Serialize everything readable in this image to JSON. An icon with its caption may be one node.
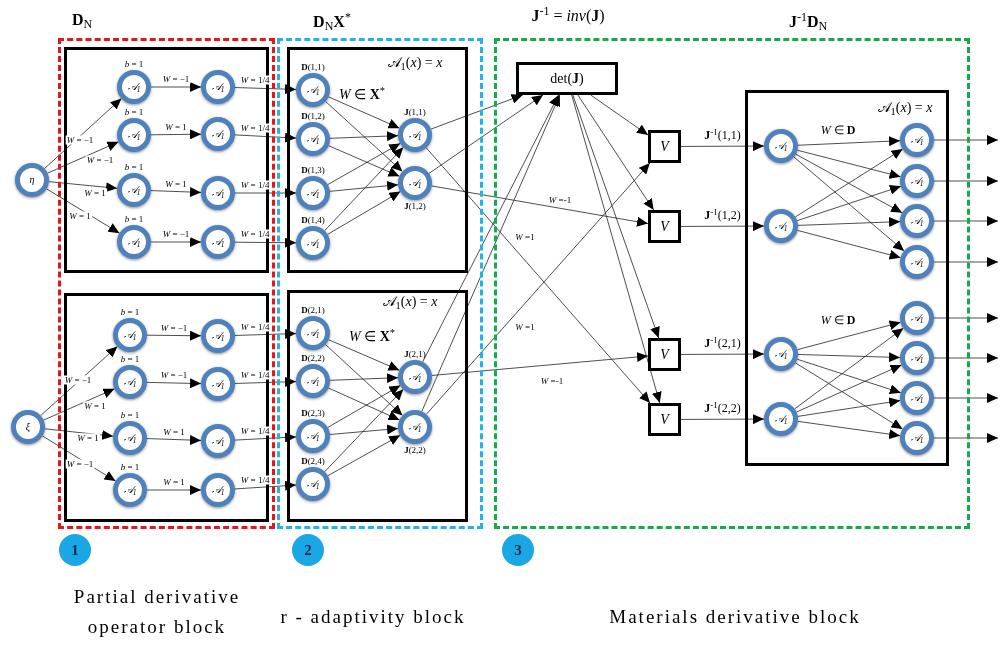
{
  "diagram": {
    "nodes": [
      {
        "text": [
          "**D**$_{N}$"
        ]
      },
      {
        "text": [],
        "shape": "box",
        "in": 0
      },
      {
        "text": [
          "𝒜$_{1}$"
        ],
        "in": 1,
        "beside": [
          "*b* = 1"
        ]
      },
      {
        "text": [
          "𝒜$_{1}$"
        ],
        "in": 1,
        "beside": [
          "*b* = 1"
        ]
      },
      {
        "text": [
          "𝒜$_{1}$"
        ],
        "in": 1,
        "beside": [
          "*b* = 1"
        ]
      },
      {
        "text": [
          "𝒜$_{1}$"
        ],
        "in": 1,
        "beside": [
          "*b* = 1"
        ]
      },
      {
        "text": [
          "𝒜$_{1}$"
        ],
        "in": 1
      },
      {
        "text": [
          "𝒜$_{1}$"
        ],
        "in": 1
      },
      {
        "text": [
          "𝒜$_{1}$"
        ],
        "in": 1
      },
      {
        "text": [
          "𝒜$_{1}$"
        ],
        "in": 1
      },
      {
        "text": [],
        "shape": "box",
        "in": 0
      },
      {
        "text": [
          "𝒜$_{1}$"
        ],
        "in": 10,
        "beside": [
          "*b* = 1"
        ]
      },
      {
        "text": [
          "𝒜$_{1}$"
        ],
        "in": 10,
        "beside": [
          "*b* = 1"
        ]
      },
      {
        "text": [
          "𝒜$_{1}$"
        ],
        "in": 10,
        "beside": [
          "*b* = 1"
        ]
      },
      {
        "text": [
          "𝒜$_{1}$"
        ],
        "in": 10,
        "beside": [
          "*b* = 1"
        ]
      },
      {
        "text": [
          "𝒜$_{1}$"
        ],
        "in": 10
      },
      {
        "text": [
          "𝒜$_{1}$"
        ],
        "in": 10
      },
      {
        "text": [
          "𝒜$_{1}$"
        ],
        "in": 10
      },
      {
        "text": [
          "𝒜$_{1}$"
        ],
        "in": 10
      },
      {
        "text": [
          "η"
        ]
      },
      {
        "text": [
          "ξ"
        ]
      },
      {
        "text": [
          "**D**$_{N}$**X**$^{*}$"
        ]
      },
      {
        "text": [
          "𝒜$_{1}$(*x*) = *x*",
          "*W* ∈ **X**$^{*}$"
        ],
        "in": 21
      },
      {
        "text": [
          "𝒜$_{1}$"
        ],
        "in": 22,
        "beside": [
          "**D**(1,1)"
        ]
      },
      {
        "text": [
          "𝒜$_{1}$"
        ],
        "in": 22,
        "beside": [
          "**D**(1,2)"
        ]
      },
      {
        "text": [
          "𝒜$_{1}$"
        ],
        "in": 22,
        "beside": [
          "**D**(1,3)"
        ]
      },
      {
        "text": [
          "𝒜$_{1}$"
        ],
        "in": 22,
        "beside": [
          "**D**(1,4)"
        ]
      },
      {
        "text": [
          "𝒜$_{1}$"
        ],
        "in": 22,
        "beside": [
          "**J**(1,1)"
        ]
      },
      {
        "text": [
          "𝒜$_{1}$"
        ],
        "in": 22,
        "beside": [
          "**J**(1,2)"
        ]
      },
      {
        "text": [
          "𝒜$_{1}$(*x*) = *x*",
          "*W* ∈ **X**$^{*}$"
        ],
        "in": 21
      },
      {
        "text": [
          "𝒜$_{1}$"
        ],
        "in": 29,
        "beside": [
          "**D**(2,1)"
        ]
      },
      {
        "text": [
          "𝒜$_{1}$"
        ],
        "in": 29,
        "beside": [
          "**D**(2,2)"
        ]
      },
      {
        "text": [
          "𝒜$_{1}$"
        ],
        "in": 29,
        "beside": [
          "**D**(2,3)"
        ]
      },
      {
        "text": [
          "𝒜$_{1}$"
        ],
        "in": 29,
        "beside": [
          "**D**(2,4)"
        ]
      },
      {
        "text": [
          "𝒜$_{1}$"
        ],
        "in": 29,
        "beside": [
          "**J**(2,1)"
        ]
      },
      {
        "text": [
          "𝒜$_{1}$"
        ],
        "in": 29,
        "beside": [
          "**J**(2,2)"
        ]
      },
      {
        "text": [
          "**J**$^{-1}$ = *inv*(**J**)"
        ]
      },
      {
        "text": [
          "det(**J**)"
        ],
        "in": 36
      },
      {
        "text": [
          "*V*"
        ],
        "in": 36
      },
      {
        "text": [
          "*V*"
        ],
        "in": 36
      },
      {
        "text": [
          "*V*"
        ],
        "in": 36
      },
      {
        "text": [
          "*V*"
        ],
        "in": 36
      },
      {
        "text": [
          "**J**$^{-1}$**D**$_{N}$",
          "𝒜$_{1}$(*x*) = *x*",
          "*W* ∈ **D**",
          "*W* ∈ **D**"
        ],
        "in": 36
      },
      {
        "text": [
          "𝒜$_{1}$"
        ],
        "in": 42
      },
      {
        "text": [
          "𝒜$_{1}$"
        ],
        "in": 42
      },
      {
        "text": [
          "𝒜$_{1}$"
        ],
        "in": 42
      },
      {
        "text": [
          "𝒜$_{1}$"
        ],
        "in": 42
      },
      {
        "text": [
          "𝒜$_{1}$"
        ],
        "in": 42
      },
      {
        "text": [
          "𝒜$_{1}$"
        ],
        "in": 42
      },
      {
        "text": [
          "𝒜$_{1}$"
        ],
        "in": 42
      },
      {
        "text": [
          "𝒜$_{1}$"
        ],
        "in": 42
      },
      {
        "text": [
          "𝒜$_{1}$"
        ],
        "in": 42
      },
      {
        "text": [
          "𝒜$_{1}$"
        ],
        "in": 42
      },
      {
        "text": [
          "𝒜$_{1}$"
        ],
        "in": 42
      },
      {
        "text": [
          "𝒜$_{1}$"
        ],
        "in": 42
      },
      {
        "text": [
          "1"
        ],
        "beside": [
          "Partial derivative operator block"
        ]
      },
      {
        "text": [
          "2"
        ],
        "beside": [
          "r - adaptivity block"
        ]
      },
      {
        "text": [
          "3"
        ]
      }
    ],
    "labels": [
      "Materials derivative block"
    ],
    "edges": [
      {
        "from": 19,
        "to": 2,
        "arrow": "to",
        "label": "*W* = −1"
      },
      {
        "from": 19,
        "to": 3,
        "arrow": "to",
        "label": "*W* = −1"
      },
      {
        "from": 19,
        "to": 4,
        "arrow": "to",
        "label": "*W* = 1"
      },
      {
        "from": 19,
        "to": 5,
        "arrow": "to",
        "label": "*W* = 1"
      },
      {
        "from": 2,
        "to": 6,
        "arrow": "to",
        "label": "*W* = −1"
      },
      {
        "from": 3,
        "to": 7,
        "arrow": "to",
        "label": "*W* = 1"
      },
      {
        "from": 4,
        "to": 8,
        "arrow": "to",
        "label": "*W* = 1"
      },
      {
        "from": 5,
        "to": 9,
        "arrow": "to",
        "label": "*W* = −1"
      },
      {
        "from": 6,
        "to": 23,
        "arrow": "to",
        "label": "*W* = 1/4"
      },
      {
        "from": 7,
        "to": 24,
        "arrow": "to",
        "label": "*W* = 1/4"
      },
      {
        "from": 8,
        "to": 25,
        "arrow": "to",
        "label": "*W* = 1/4"
      },
      {
        "from": 9,
        "to": 26,
        "arrow": "to",
        "label": "*W* = 1/4"
      },
      {
        "from": 20,
        "to": 11,
        "arrow": "to",
        "label": "*W* = −1"
      },
      {
        "from": 20,
        "to": 12,
        "arrow": "to",
        "label": "*W* = 1"
      },
      {
        "from": 20,
        "to": 13,
        "arrow": "to",
        "label": "*W* = 1"
      },
      {
        "from": 20,
        "to": 14,
        "arrow": "to",
        "label": "*W* = −1"
      },
      {
        "from": 11,
        "to": 15,
        "arrow": "to",
        "label": "*W* = −1"
      },
      {
        "from": 12,
        "to": 16,
        "arrow": "to",
        "label": "*W* = −1"
      },
      {
        "from": 13,
        "to": 17,
        "arrow": "to",
        "label": "*W* = 1"
      },
      {
        "from": 14,
        "to": 18,
        "arrow": "to",
        "label": "*W* = 1"
      },
      {
        "from": 15,
        "to": 30,
        "arrow": "to",
        "label": "*W* = 1/4"
      },
      {
        "from": 16,
        "to": 31,
        "arrow": "to",
        "label": "*W* = 1/4"
      },
      {
        "from": 17,
        "to": 32,
        "arrow": "to",
        "label": "*W* = 1/4"
      },
      {
        "from": 18,
        "to": 33,
        "arrow": "to",
        "label": "*W* = 1/4"
      },
      {
        "from": 23,
        "to": 27,
        "arrow": "to"
      },
      {
        "from": 23,
        "to": 28,
        "arrow": "to"
      },
      {
        "from": 24,
        "to": 27,
        "arrow": "to"
      },
      {
        "from": 24,
        "to": 28,
        "arrow": "to"
      },
      {
        "from": 25,
        "to": 27,
        "arrow": "to"
      },
      {
        "from": 25,
        "to": 28,
        "arrow": "to"
      },
      {
        "from": 26,
        "to": 27,
        "arrow": "to"
      },
      {
        "from": 26,
        "to": 28,
        "arrow": "to"
      },
      {
        "from": 30,
        "to": 34,
        "arrow": "to"
      },
      {
        "from": 30,
        "to": 35,
        "arrow": "to"
      },
      {
        "from": 31,
        "to": 34,
        "arrow": "to"
      },
      {
        "from": 31,
        "to": 35,
        "arrow": "to"
      },
      {
        "from": 32,
        "to": 34,
        "arrow": "to"
      },
      {
        "from": 32,
        "to": 35,
        "arrow": "to"
      },
      {
        "from": 33,
        "to": 34,
        "arrow": "to"
      },
      {
        "from": 33,
        "to": 35,
        "arrow": "to"
      },
      {
        "from": 27,
        "to": 37,
        "arrow": "to"
      },
      {
        "from": 28,
        "to": 37,
        "arrow": "to"
      },
      {
        "from": 34,
        "to": 37,
        "arrow": "to"
      },
      {
        "from": 35,
        "to": 37,
        "arrow": "to"
      },
      {
        "from": 27,
        "to": 41,
        "arrow": "to",
        "label": "*W* =1"
      },
      {
        "from": 28,
        "to": 39,
        "arrow": "to",
        "label": "*W* =-1"
      },
      {
        "from": 34,
        "to": 40,
        "arrow": "to",
        "label": "*W* =-1"
      },
      {
        "from": 35,
        "to": 38,
        "arrow": "to",
        "label": "*W* =1"
      },
      {
        "from": 37,
        "to": 38,
        "arrow": "to"
      },
      {
        "from": 37,
        "to": 39,
        "arrow": "to"
      },
      {
        "from": 37,
        "to": 40,
        "arrow": "to"
      },
      {
        "from": 37,
        "to": 41,
        "arrow": "to"
      },
      {
        "from": 38,
        "to": 43,
        "arrow": "to",
        "label": "**J**$^{-1}$(1,1)"
      },
      {
        "from": 39,
        "to": 44,
        "arrow": "to",
        "label": "**J**$^{-1}$(1,2)"
      },
      {
        "from": 40,
        "to": 49,
        "arrow": "to",
        "label": "**J**$^{-1}$(2,1)"
      },
      {
        "from": 41,
        "to": 50,
        "arrow": "to",
        "label": "**J**$^{-1}$(2,2)"
      },
      {
        "from": 43,
        "to": 45,
        "arrow": "to"
      },
      {
        "from": 43,
        "to": 46,
        "arrow": "to"
      },
      {
        "from": 43,
        "to": 47,
        "arrow": "to"
      },
      {
        "from": 43,
        "to": 48,
        "arrow": "to"
      },
      {
        "from": 44,
        "to": 45,
        "arrow": "to"
      },
      {
        "from": 44,
        "to": 46,
        "arrow": "to"
      },
      {
        "from": 44,
        "to": 47,
        "arrow": "to"
      },
      {
        "from": 44,
        "to": 48,
        "arrow": "to"
      },
      {
        "from": 49,
        "to": 51,
        "arrow": "to"
      },
      {
        "from": 49,
        "to": 52,
        "arrow": "to"
      },
      {
        "from": 49,
        "to": 53,
        "arrow": "to"
      },
      {
        "from": 49,
        "to": 54,
        "arrow": "to"
      },
      {
        "from": 50,
        "to": 51,
        "arrow": "to"
      },
      {
        "from": 50,
        "to": 52,
        "arrow": "to"
      },
      {
        "from": 50,
        "to": 53,
        "arrow": "to"
      },
      {
        "from": 50,
        "to": 54,
        "arrow": "to"
      },
      {
        "from": 45,
        "to": null,
        "arrow": "to"
      },
      {
        "from": 46,
        "to": null,
        "arrow": "to"
      },
      {
        "from": 47,
        "to": null,
        "arrow": "to"
      },
      {
        "from": 48,
        "to": null,
        "arrow": "to"
      },
      {
        "from": 51,
        "to": null,
        "arrow": "to"
      },
      {
        "from": 52,
        "to": null,
        "arrow": "to"
      },
      {
        "from": 53,
        "to": null,
        "arrow": "to"
      },
      {
        "from": 54,
        "to": null,
        "arrow": "to"
      }
    ]
  }
}
